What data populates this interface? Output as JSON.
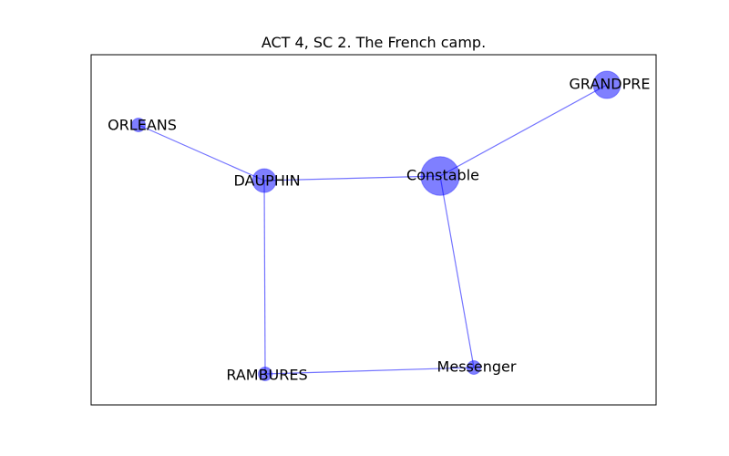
{
  "title": "ACT 4, SC 2. The French camp.",
  "colors": {
    "node_fill": "#0000ff",
    "node_fill_opacity": 0.5,
    "edge": "#0000ff",
    "frame": "#000000",
    "background": "#ffffff"
  },
  "nodes": [
    {
      "id": "ORLEANS",
      "label": "ORLEANS",
      "size": 1
    },
    {
      "id": "DAUPHIN",
      "label": "DAUPHIN",
      "size": 3
    },
    {
      "id": "Constable",
      "label": "Constable",
      "size": 8
    },
    {
      "id": "GRANDPRE",
      "label": "GRANDPRE",
      "size": 4
    },
    {
      "id": "RAMBURES",
      "label": "RAMBURES",
      "size": 1
    },
    {
      "id": "Messenger",
      "label": "Messenger",
      "size": 1
    }
  ],
  "edges": [
    [
      "ORLEANS",
      "DAUPHIN"
    ],
    [
      "DAUPHIN",
      "Constable"
    ],
    [
      "Constable",
      "GRANDPRE"
    ],
    [
      "DAUPHIN",
      "RAMBURES"
    ],
    [
      "RAMBURES",
      "Messenger"
    ],
    [
      "Constable",
      "Messenger"
    ]
  ]
}
